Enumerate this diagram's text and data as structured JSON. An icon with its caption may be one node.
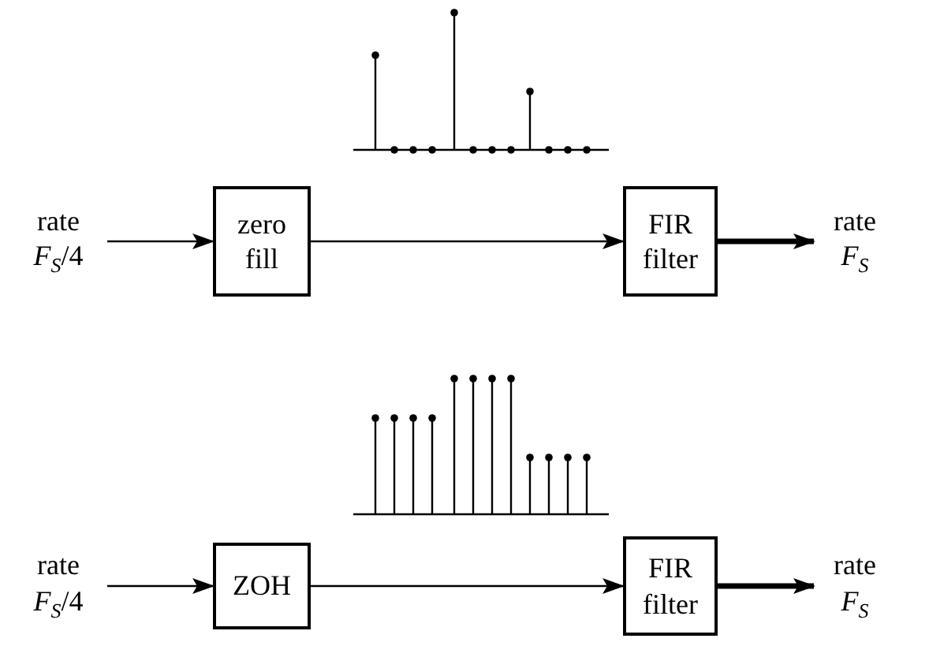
{
  "diagram": {
    "nodes": [
      {
        "text": [
          "rate *F*$_{S}$/4"
        ]
      },
      {
        "text": [
          "zero fill"
        ]
      },
      {
        "text": [
          "FIR filter"
        ]
      },
      {
        "text": [
          "rate *F*$_{S}$"
        ]
      },
      {
        "text": [
          "rate *F*$_{S}$/4"
        ]
      },
      {
        "text": [
          "ZOH"
        ]
      },
      {
        "text": [
          "FIR filter"
        ]
      },
      {
        "text": [
          "rate *F*$_{S}$"
        ]
      }
    ],
    "edges": [
      {
        "from": 0,
        "to": 1,
        "arrow": "to"
      },
      {
        "from": 1,
        "to": 2,
        "arrow": "to"
      },
      {
        "from": 2,
        "to": 3,
        "arrow": "to",
        "style": "thick"
      },
      {
        "from": 4,
        "to": 5,
        "arrow": "to"
      },
      {
        "from": 5,
        "to": 6,
        "arrow": "to"
      },
      {
        "from": 6,
        "to": 7,
        "arrow": "to",
        "style": "thick"
      }
    ]
  }
}
